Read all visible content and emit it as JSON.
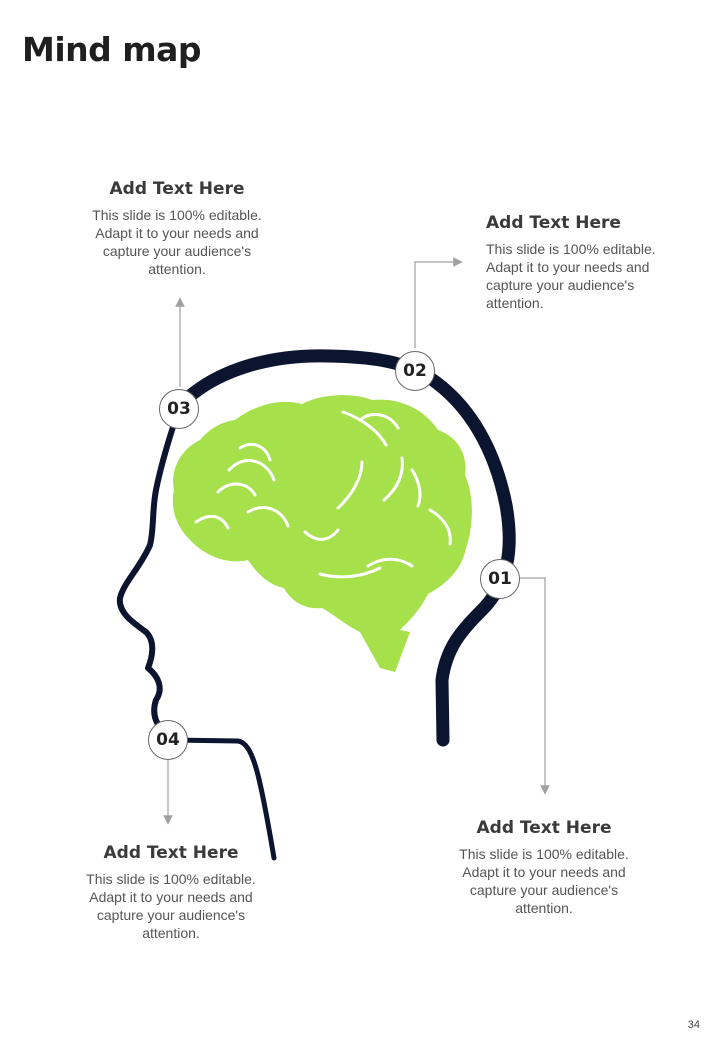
{
  "slide": {
    "title": "Mind map",
    "page_number": "34"
  },
  "colors": {
    "brain": "#a6e04a",
    "head_outline": "#0b1530",
    "connector": "#a0a0a0"
  },
  "callouts": [
    {
      "id": "01",
      "heading": "Add Text Here",
      "body": "This slide is 100% editable. Adapt it to your needs and capture your audience's attention."
    },
    {
      "id": "02",
      "heading": "Add Text Here",
      "body": "This slide is 100% editable. Adapt it to your needs and capture your audience's attention."
    },
    {
      "id": "03",
      "heading": "Add Text Here",
      "body": "This slide is 100% editable. Adapt it to your needs and capture your audience's attention."
    },
    {
      "id": "04",
      "heading": "Add Text Here",
      "body": "This slide is 100% editable. Adapt it to your needs and capture your audience's attention."
    }
  ]
}
